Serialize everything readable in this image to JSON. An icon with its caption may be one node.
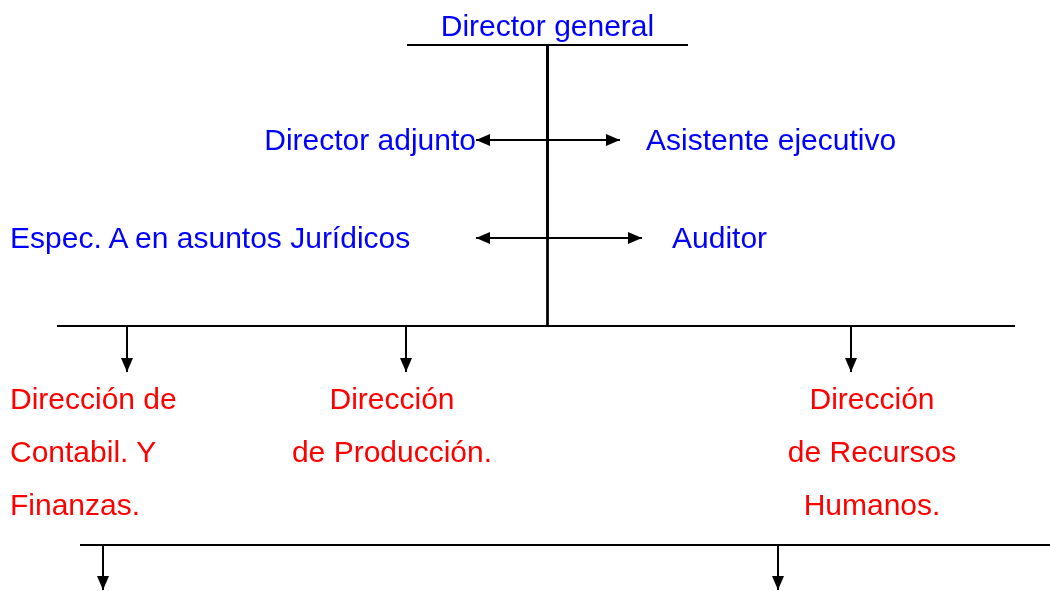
{
  "diagram": {
    "nodes": [
      {
        "text": [
          "Director general"
        ]
      },
      {
        "text": [
          "Director adjunto"
        ]
      },
      {
        "text": [
          "Asistente ejecutivo"
        ]
      },
      {
        "text": [
          "Espec. A en asuntos Jurídicos"
        ]
      },
      {
        "text": [
          "Auditor"
        ]
      },
      {
        "text": [
          "Dirección de Contabil. Y Finanzas."
        ]
      },
      {
        "text": [
          "Dirección de Producción."
        ]
      },
      {
        "text": [
          "Dirección de Recursos Humanos."
        ]
      }
    ],
    "edges": [
      {
        "from": 0,
        "to": 1,
        "arrow": "to"
      },
      {
        "from": 0,
        "to": 2,
        "arrow": "to"
      },
      {
        "from": 0,
        "to": 3,
        "arrow": "to"
      },
      {
        "from": 0,
        "to": 4,
        "arrow": "to"
      },
      {
        "from": 0,
        "to": 5,
        "arrow": "to"
      },
      {
        "from": 0,
        "to": 6,
        "arrow": "to"
      },
      {
        "from": 0,
        "to": 7,
        "arrow": "to"
      }
    ]
  }
}
